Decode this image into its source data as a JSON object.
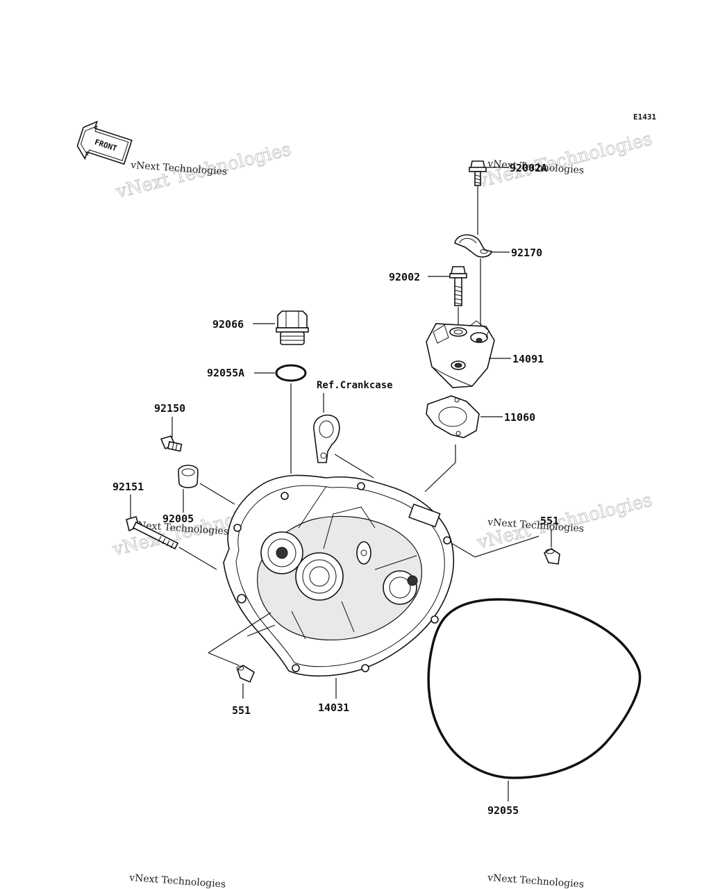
{
  "diagram": {
    "code": "E1431",
    "front_label": "FRONT",
    "reference_label": "Ref.Crankcase",
    "watermark": {
      "line1": "vNext Technologies",
      "line2": "vNext Technologies"
    },
    "callouts": [
      "92002A",
      "92170",
      "92002",
      "14091",
      "92066",
      "92055A",
      "11060",
      "92150",
      "92151",
      "92005",
      "551",
      "551",
      "14031",
      "92055"
    ]
  }
}
